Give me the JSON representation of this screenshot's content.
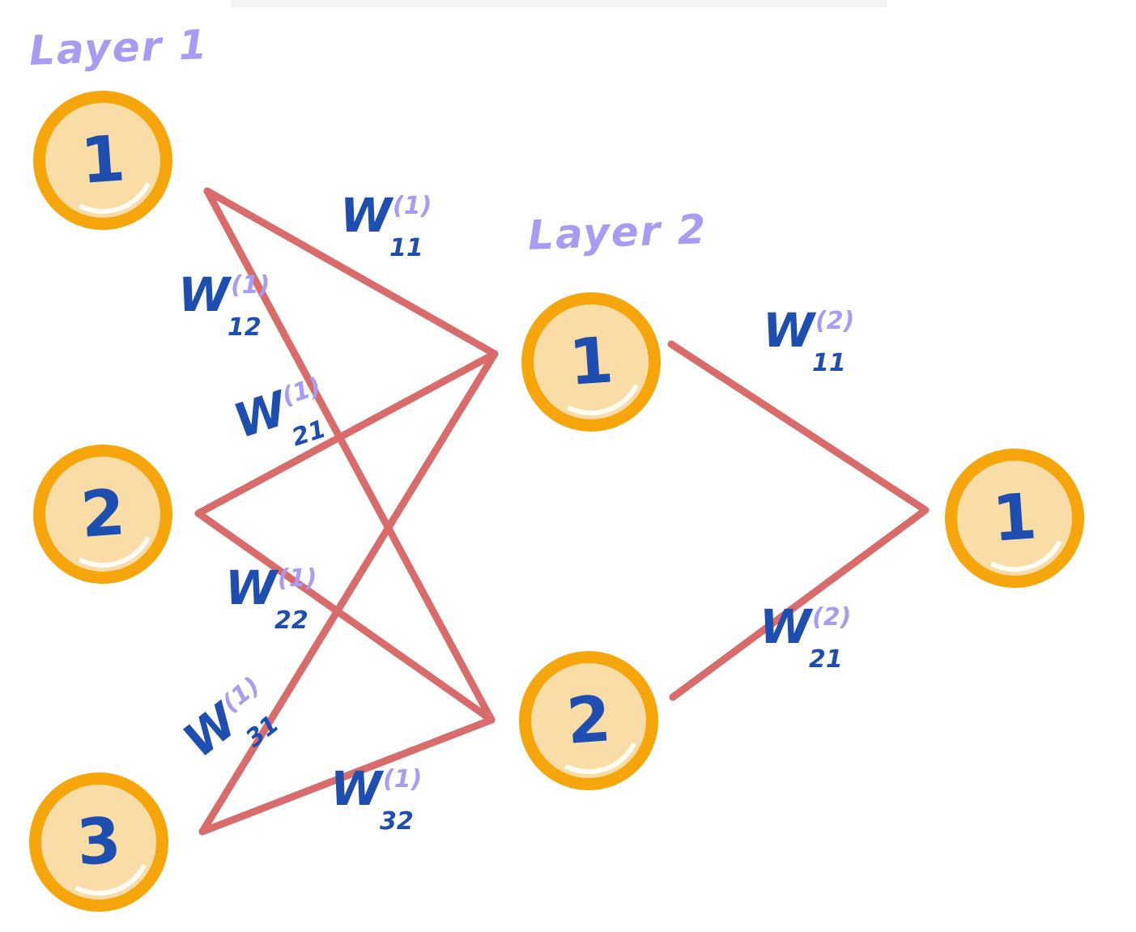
{
  "diagram": {
    "type": "neural-network-sketch",
    "layer1": {
      "label": "Layer 1",
      "nodes": [
        "1",
        "2",
        "3"
      ]
    },
    "layer2": {
      "label": "Layer 2",
      "nodes": [
        "1",
        "2"
      ]
    },
    "output": {
      "nodes": [
        "1"
      ]
    },
    "weights": {
      "w11_1": {
        "base": "W",
        "sub": "11",
        "sup": "(1)"
      },
      "w12_1": {
        "base": "W",
        "sub": "12",
        "sup": "(1)"
      },
      "w21_1": {
        "base": "W",
        "sub": "21",
        "sup": "(1)"
      },
      "w22_1": {
        "base": "W",
        "sub": "22",
        "sup": "(1)"
      },
      "w31_1": {
        "base": "W",
        "sub": "31",
        "sup": "(1)"
      },
      "w32_1": {
        "base": "W",
        "sub": "32",
        "sup": "(1)"
      },
      "w11_2": {
        "base": "W",
        "sub": "11",
        "sup": "(2)"
      },
      "w21_2": {
        "base": "W",
        "sub": "21",
        "sup": "(2)"
      }
    },
    "edges": [
      {
        "from": "layer1-node1",
        "to": "layer2-node1",
        "weight": "W11(1)"
      },
      {
        "from": "layer1-node1",
        "to": "layer2-node2",
        "weight": "W12(1)"
      },
      {
        "from": "layer1-node2",
        "to": "layer2-node1",
        "weight": "W21(1)"
      },
      {
        "from": "layer1-node2",
        "to": "layer2-node2",
        "weight": "W22(1)"
      },
      {
        "from": "layer1-node3",
        "to": "layer2-node1",
        "weight": "W31(1)"
      },
      {
        "from": "layer1-node3",
        "to": "layer2-node2",
        "weight": "W32(1)"
      },
      {
        "from": "layer2-node1",
        "to": "output-node1",
        "weight": "W11(2)"
      },
      {
        "from": "layer2-node2",
        "to": "output-node1",
        "weight": "W21(2)"
      }
    ],
    "colors": {
      "node_ring": "#F6A50B",
      "node_fill": "#F9DCA6",
      "node_text": "#1D4EB0",
      "edge": "#D96B6B",
      "label_purple": "#A89BF4",
      "label_blue": "#1D4EB0"
    }
  }
}
